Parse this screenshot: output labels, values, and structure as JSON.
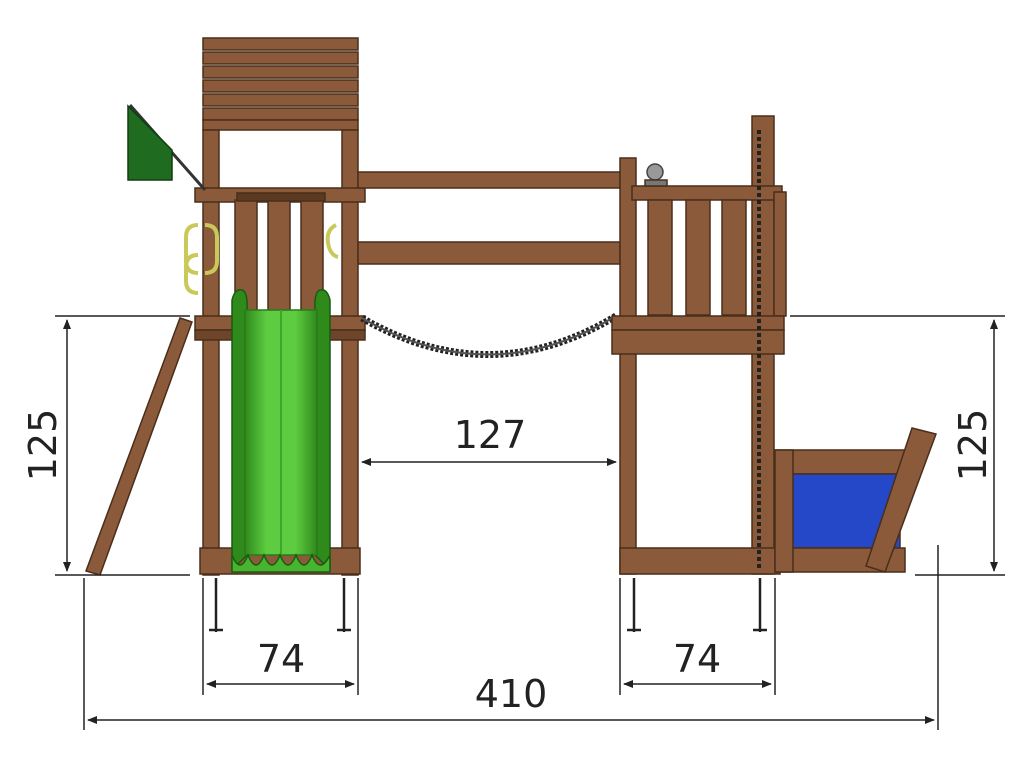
{
  "dimensions": {
    "left_height": "125",
    "right_height": "125",
    "gap_width": "127",
    "left_tower_width": "74",
    "right_tower_width": "74",
    "total_width": "410"
  },
  "colors": {
    "wood": "#8a5a3b",
    "wood_dark": "#5c3a22",
    "slide_green": "#55c23a",
    "slide_green_dark": "#2f8a1c",
    "flag_green": "#1f6b1f",
    "sandbox_blue": "#2448c8",
    "handle_yellow": "#d9d96a",
    "dimension_line": "#222222"
  }
}
